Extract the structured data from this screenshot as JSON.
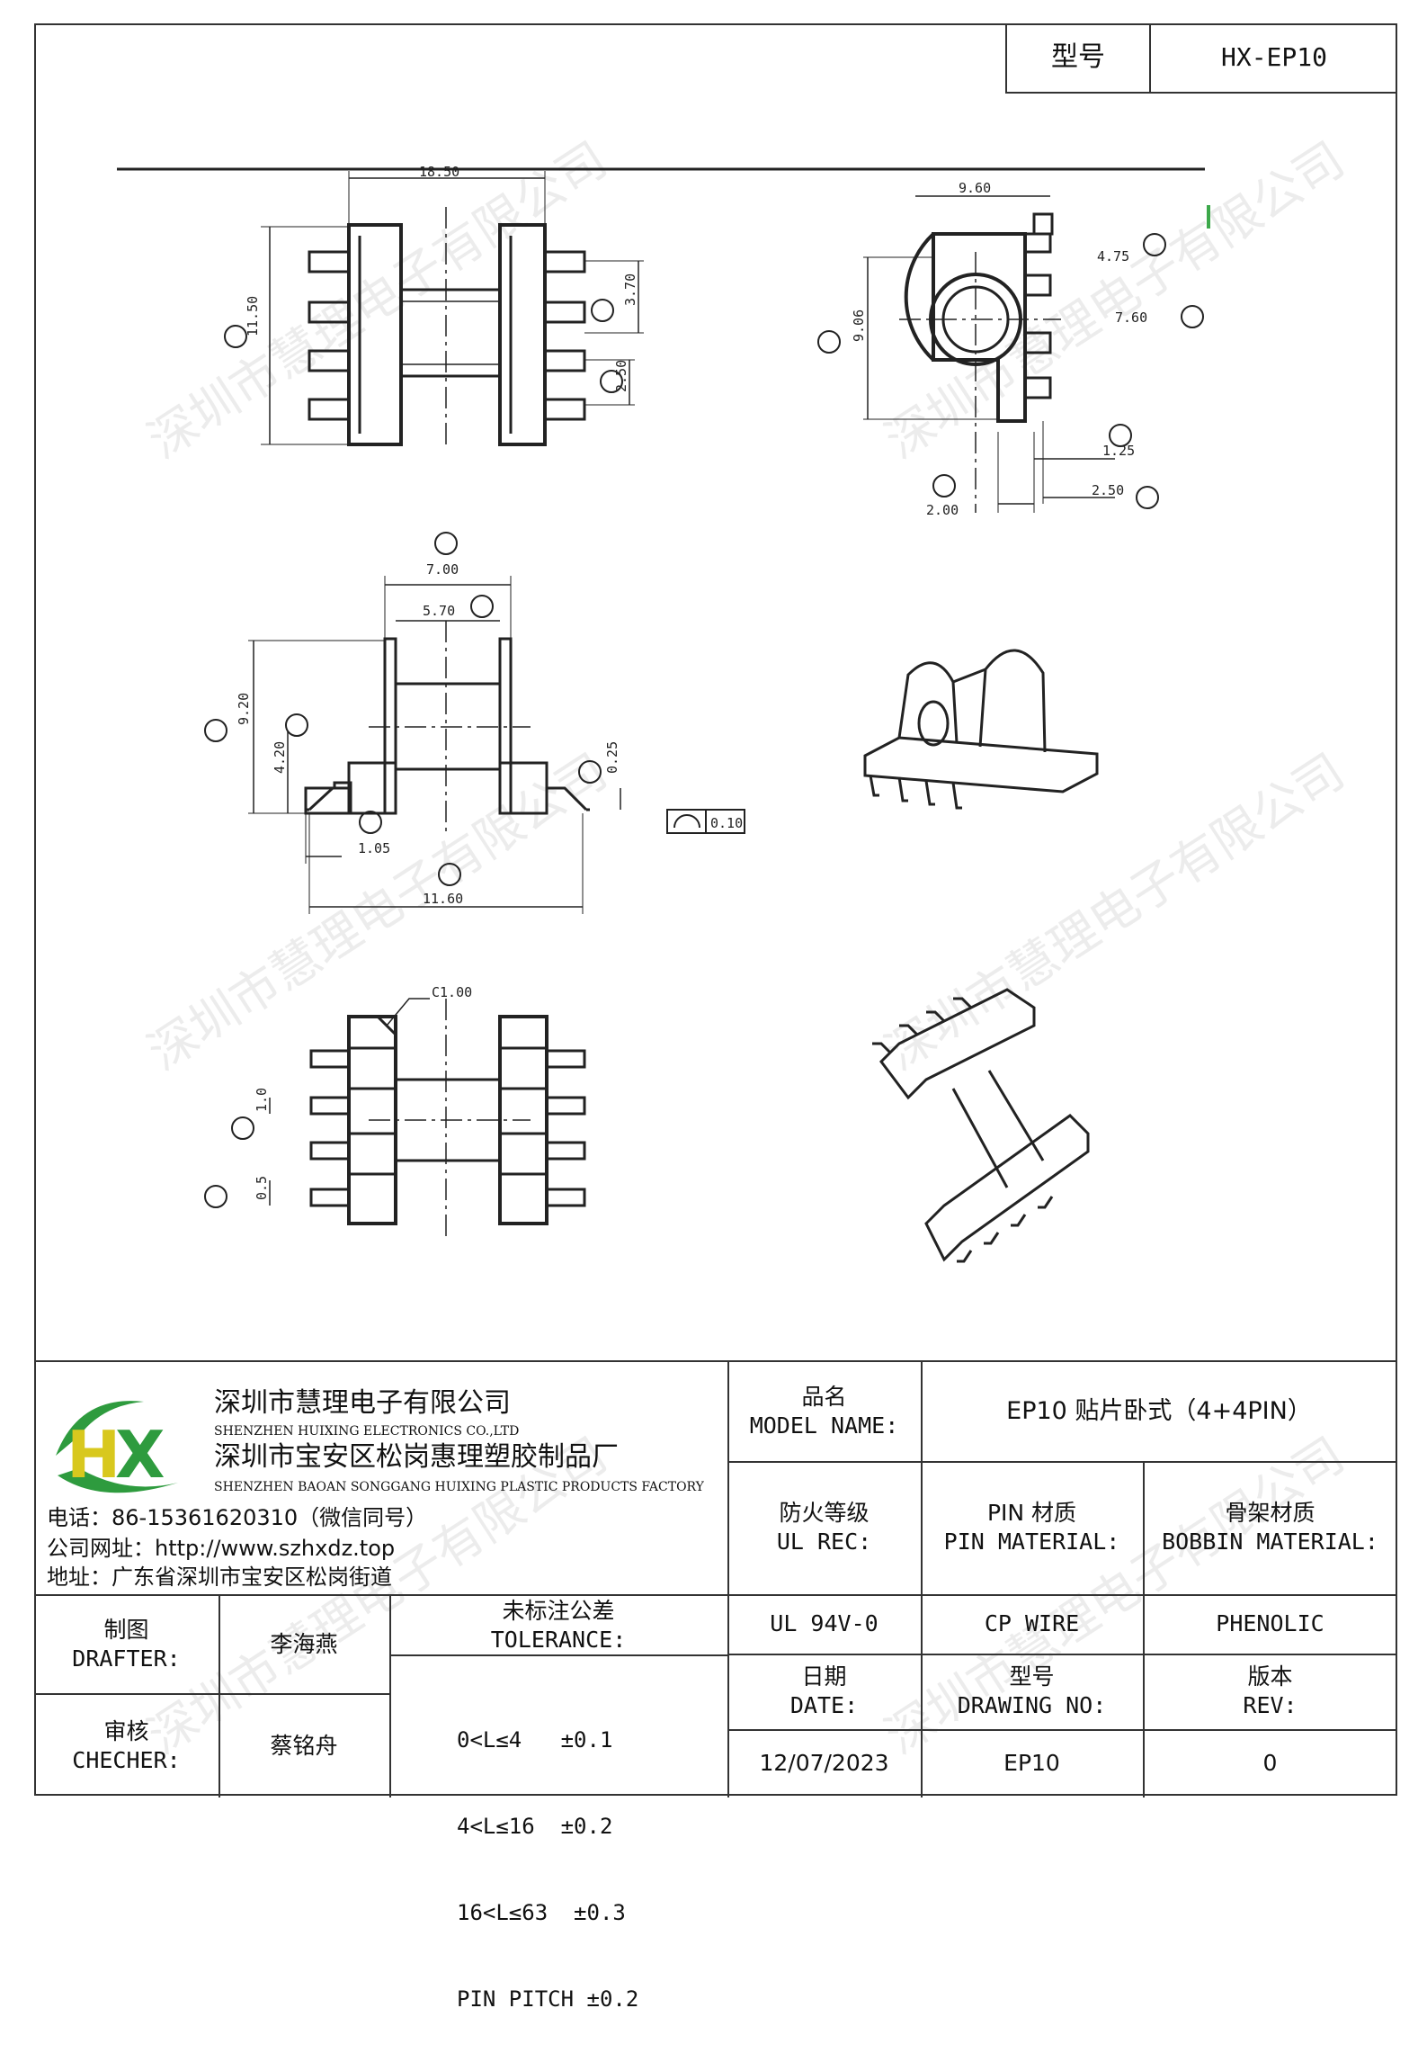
{
  "header": {
    "model_label": "型号",
    "model_value": "HX-EP10"
  },
  "drawing": {
    "dims": {
      "d1": "18.50",
      "d2": "11.50",
      "d3": "3.70",
      "d4": "2.50",
      "d5": "9.60",
      "d6": "4.75",
      "d7": "7.60",
      "d8": "9.06",
      "d9": "1.25",
      "d10": "2.00",
      "d11": "2.50",
      "d12": "7.00",
      "d13": "5.70",
      "d14": "9.20",
      "d15": "4.20",
      "d16": "0.25",
      "d17": "1.05",
      "d18": "11.60",
      "d19": "0.10",
      "d20": "C1.00",
      "d21": "1.0",
      "d22": "0.5"
    }
  },
  "watermark": "深圳市慧理电子有限公司",
  "company": {
    "name_cn": "深圳市慧理电子有限公司",
    "name_en": "SHENZHEN HUIXING ELECTRONICS CO.,LTD",
    "factory_cn": "深圳市宝安区松岗惠理塑胶制品厂",
    "factory_en": "SHENZHEN BAOAN SONGGANG HUIXING PLASTIC PRODUCTS FACTORY",
    "phone": "电话：86-15361620310（微信同号）",
    "website": "公司网址：http://www.szhxdz.top",
    "address": "地址：广东省深圳市宝安区松岗街道"
  },
  "logo": {
    "text": "HX",
    "green": "#2e9b3e",
    "yellow": "#d8c81e"
  },
  "table": {
    "model_name_cn": "品名",
    "model_name_en": "MODEL NAME:",
    "model_name_value": "EP10 贴片卧式（4+4PIN）",
    "ul_cn": "防火等级",
    "ul_en": "UL REC:",
    "pin_cn": "PIN 材质",
    "pin_en": "PIN MATERIAL:",
    "bobbin_cn": "骨架材质",
    "bobbin_en": "BOBBIN MATERIAL:",
    "ul_value": "UL 94V-0",
    "pin_value": "CP WIRE",
    "bobbin_value": "PHENOLIC",
    "drafter_cn": "制图",
    "drafter_en": "DRAFTER:",
    "drafter_value": "李海燕",
    "checker_cn": "审核",
    "checker_en": "CHECHER:",
    "checker_value": "蔡铭舟",
    "tolerance_cn": "未标注公差",
    "tolerance_en": "TOLERANCE:",
    "tolerance_lines": [
      "0<L≤4   ±0.1",
      "4<L≤16  ±0.2",
      "16<L≤63  ±0.3",
      "PIN PITCH ±0.2"
    ],
    "date_cn": "日期",
    "date_en": "DATE:",
    "drawing_no_cn": "型号",
    "drawing_no_en": "DRAWING NO:",
    "rev_cn": "版本",
    "rev_en": "REV:",
    "date_value": "12/07/2023",
    "drawing_no_value": "EP10",
    "rev_value": "0"
  }
}
